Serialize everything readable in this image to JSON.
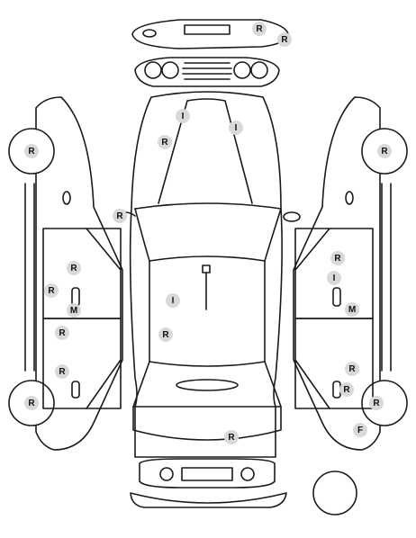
{
  "diagram": {
    "colors": {
      "line": "#1a1a1a",
      "marker_fill": "#d9d9d9",
      "marker_text": "#111111"
    },
    "markers": [
      {
        "code": "R",
        "part": "rear-bumper-top"
      },
      {
        "code": "R",
        "part": "rear-bumper-top-corner"
      },
      {
        "code": "R",
        "part": "left-front-wheel"
      },
      {
        "code": "R",
        "part": "left-rear-wheel"
      },
      {
        "code": "R",
        "part": "left-front-door"
      },
      {
        "code": "R",
        "part": "left-front-door-lower"
      },
      {
        "code": "M",
        "part": "left-door-handle"
      },
      {
        "code": "R",
        "part": "left-rear-door"
      },
      {
        "code": "R",
        "part": "left-rear-door-lower"
      },
      {
        "code": "R",
        "part": "left-mirror"
      },
      {
        "code": "I",
        "part": "rear-window-left"
      },
      {
        "code": "I",
        "part": "rear-window-right"
      },
      {
        "code": "R",
        "part": "roof-rear"
      },
      {
        "code": "I",
        "part": "roof"
      },
      {
        "code": "R",
        "part": "roof-front"
      },
      {
        "code": "R",
        "part": "hood"
      },
      {
        "code": "R",
        "part": "right-front-door"
      },
      {
        "code": "I",
        "part": "right-front-door-handle"
      },
      {
        "code": "M",
        "part": "right-door-handle"
      },
      {
        "code": "R",
        "part": "right-rear-door"
      },
      {
        "code": "R",
        "part": "right-rear-door-lower"
      },
      {
        "code": "R",
        "part": "right-front-wheel"
      },
      {
        "code": "R",
        "part": "right-rear-wheel"
      },
      {
        "code": "F",
        "part": "right-rear-fender"
      }
    ]
  }
}
